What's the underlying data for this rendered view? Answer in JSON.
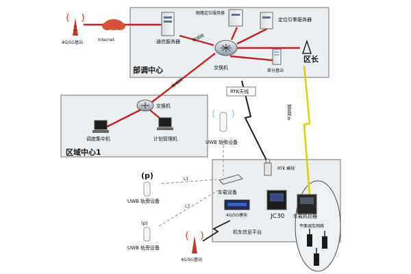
{
  "diagram": {
    "top_left": {
      "base_station_label": "4G/5G基站",
      "internet_label": "Internet"
    },
    "dispatch_center": {
      "title": "部调中心",
      "comm_server": "通信服务器",
      "location_server_small": "眼路定位服务器",
      "location_engine_server": "定位引擎服务器",
      "switch": "交换机",
      "diff_base_station": "差分基站",
      "private_network_label": "局域网"
    },
    "district_label": "区长",
    "wan_label": "局域网",
    "rtk_antenna_label": "RTK天线",
    "regional_center": {
      "title": "区域中心1",
      "switch": "交换机",
      "dispatch_host": "调度集中机",
      "plan_host": "计划管理机"
    },
    "radio_link_label": "平调网络",
    "uwb_top": "UWB 轨旁设备",
    "onboard": {
      "rtk_module": "RTK 模块",
      "vehicle_device": "车载设备",
      "jc30": "JC30",
      "router_label": "4G/5G模块",
      "controller": "车载机控器",
      "platform": "机车信息平台",
      "radio_network": "平面调车网络",
      "link_l1": "L1",
      "link_l7": "L7"
    },
    "uwb_left_1": "UWB 轨旁设备",
    "uwb_left_2": "UWB 轨旁设备",
    "bottom_base_station": "4G/5G基站",
    "p_mark": "(p)"
  }
}
